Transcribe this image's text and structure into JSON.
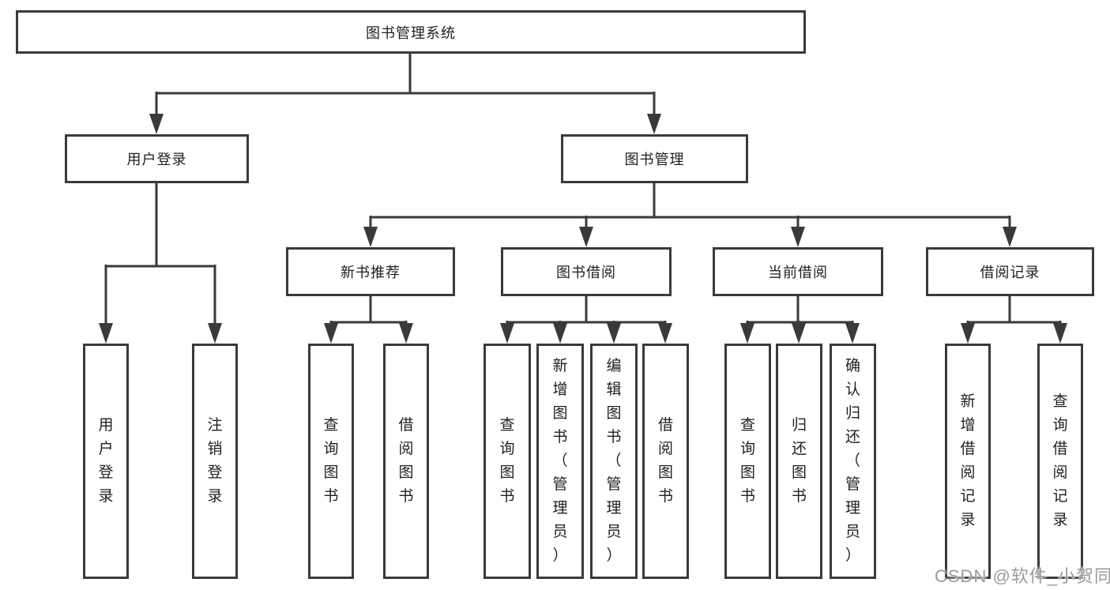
{
  "tree": {
    "label": "图书管理系统",
    "children": [
      {
        "label": "用户登录",
        "children": [
          {
            "label": "用户登录"
          },
          {
            "label": "注销登录"
          }
        ]
      },
      {
        "label": "图书管理",
        "children": [
          {
            "label": "新书推荐",
            "children": [
              {
                "label": "查询图书"
              },
              {
                "label": "借阅图书"
              }
            ]
          },
          {
            "label": "图书借阅",
            "children": [
              {
                "label": "查询图书"
              },
              {
                "label": "新增图书（管理员）"
              },
              {
                "label": "编辑图书（管理员）"
              },
              {
                "label": "借阅图书"
              }
            ]
          },
          {
            "label": "当前借阅",
            "children": [
              {
                "label": "查询图书"
              },
              {
                "label": "归还图书"
              },
              {
                "label": "确认归还（管理员）"
              }
            ]
          },
          {
            "label": "借阅记录",
            "children": [
              {
                "label": "新增借阅记录"
              },
              {
                "label": "查询借阅记录"
              }
            ]
          }
        ]
      }
    ]
  },
  "watermark": "CSDN @软件_小贺同学",
  "colors": {
    "line": "#3a3a3a",
    "text": "#1f1f1f",
    "watermark": "#9b9b9b",
    "background": "#ffffff"
  }
}
